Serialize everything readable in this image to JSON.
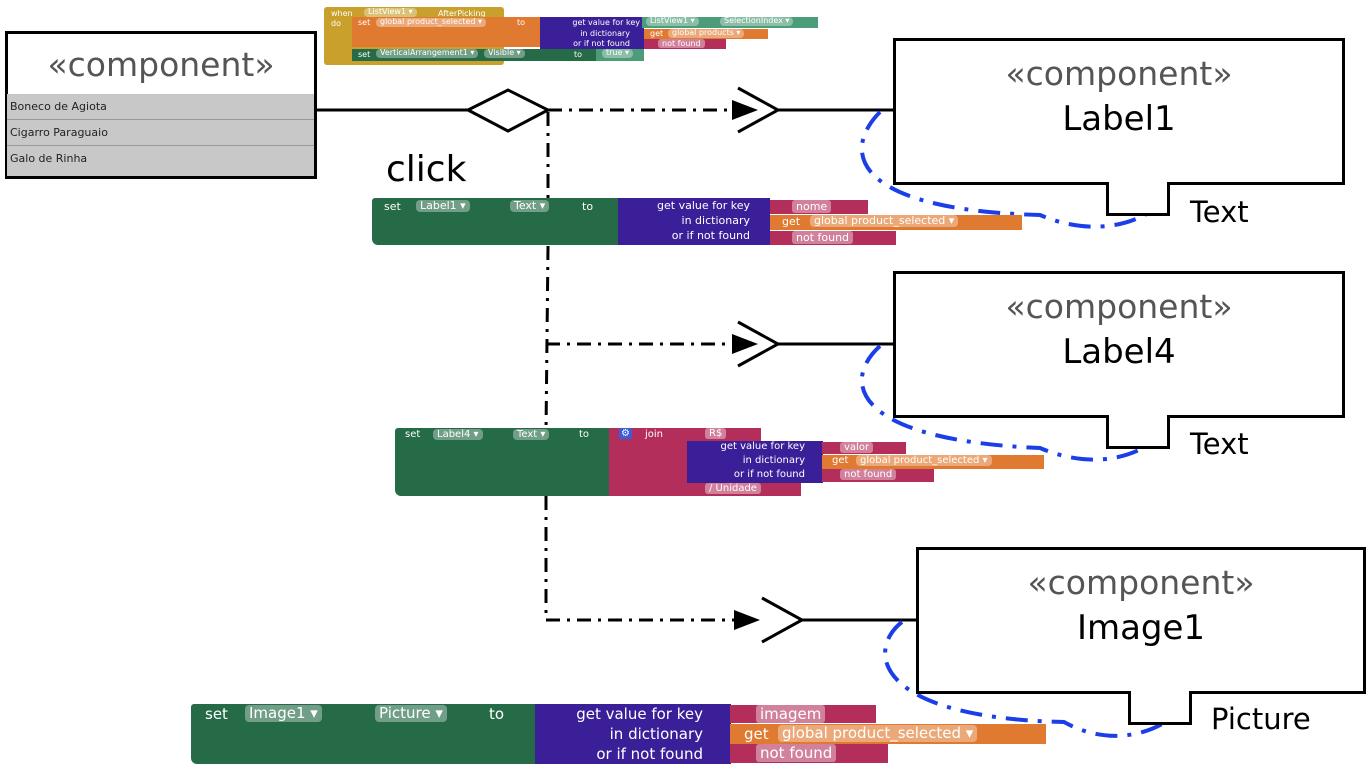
{
  "colors": {
    "control": "#c8a02b",
    "set_green": "#256b47",
    "dict_purple": "#3b1f98",
    "text_pink": "#b42e5c",
    "var_orange": "#e07a30",
    "list_teal": "#4c9b79",
    "dashed_blue": "#1a3ee8"
  },
  "listview": {
    "stereotype": "«component»",
    "items": [
      "Boneco de Agiota",
      "Cigarro Paraguaio",
      "Galo de Rinha"
    ]
  },
  "components": [
    {
      "stereotype": "«component»",
      "name": "Label1",
      "port": "Text"
    },
    {
      "stereotype": "«component»",
      "name": "Label4",
      "port": "Text"
    },
    {
      "stereotype": "«component»",
      "name": "Image1",
      "port": "Picture"
    }
  ],
  "click_label": "click",
  "event_block": {
    "when": "when",
    "component": "ListView1",
    "event": "AfterPicking",
    "do": "do",
    "set": "set",
    "variable": "global product_selected",
    "to": "to",
    "get_value_for_key": "get value for key",
    "key_component": "ListView1",
    "key_property": "SelectionIndex",
    "in_dictionary": "in dictionary",
    "get": "get",
    "dict_variable": "global products",
    "or_if_not_found": "or if not found",
    "not_found": "not found",
    "set2": "set",
    "arrangement": "VerticalArrangement1",
    "visible": "Visible",
    "to2": "to",
    "true_value": "true"
  },
  "label1_block": {
    "set": "set",
    "component": "Label1",
    "property": "Text",
    "to": "to",
    "get_value_for_key": "get value for key",
    "key": "nome",
    "in_dictionary": "in dictionary",
    "get": "get",
    "variable": "global product_selected",
    "or_if_not_found": "or if not found",
    "not_found": "not found"
  },
  "label4_block": {
    "set": "set",
    "component": "Label4",
    "property": "Text",
    "to": "to",
    "join": "join",
    "prefix": "R$",
    "get_value_for_key": "get value for key",
    "key": "valor",
    "in_dictionary": "in dictionary",
    "get": "get",
    "variable": "global product_selected",
    "or_if_not_found": "or if not found",
    "not_found": "not found",
    "suffix": "/ Unidade"
  },
  "image1_block": {
    "set": "set",
    "component": "Image1",
    "property": "Picture",
    "to": "to",
    "get_value_for_key": "get value for key",
    "key": "imagem",
    "in_dictionary": "in dictionary",
    "get": "get",
    "variable": "global product_selected",
    "or_if_not_found": "or if not found",
    "not_found": "not found"
  }
}
